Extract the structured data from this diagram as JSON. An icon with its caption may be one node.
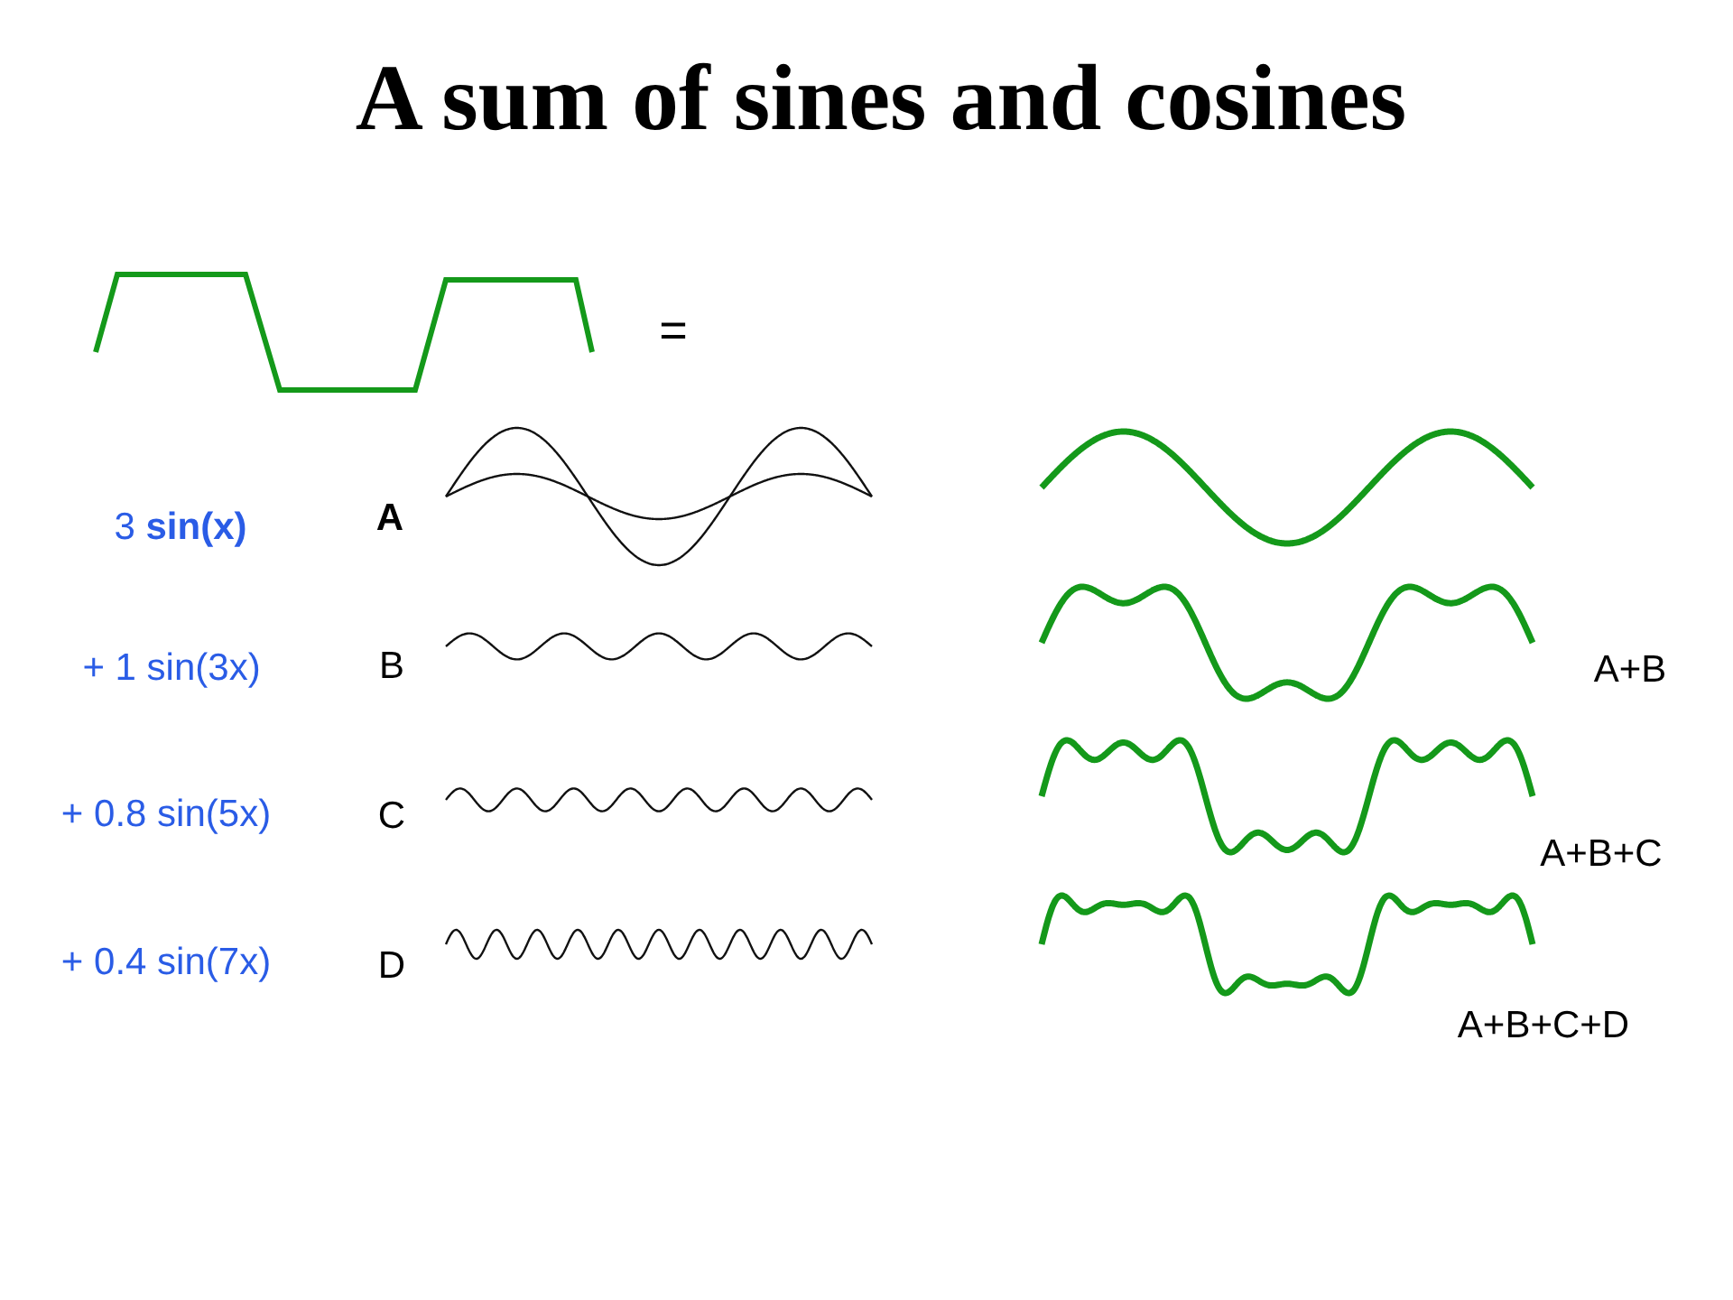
{
  "diagram": {
    "title": "A sum of sines and cosines",
    "labels": [
      "=",
      "3 **sin(x)**",
      "A",
      "+ 1 sin(3x)",
      "B",
      "A+B",
      "+ 0.8 sin(5x)",
      "C",
      "A+B+C",
      "+ 0.4 sin(7x)",
      "D",
      "A+B+C+D"
    ]
  }
}
